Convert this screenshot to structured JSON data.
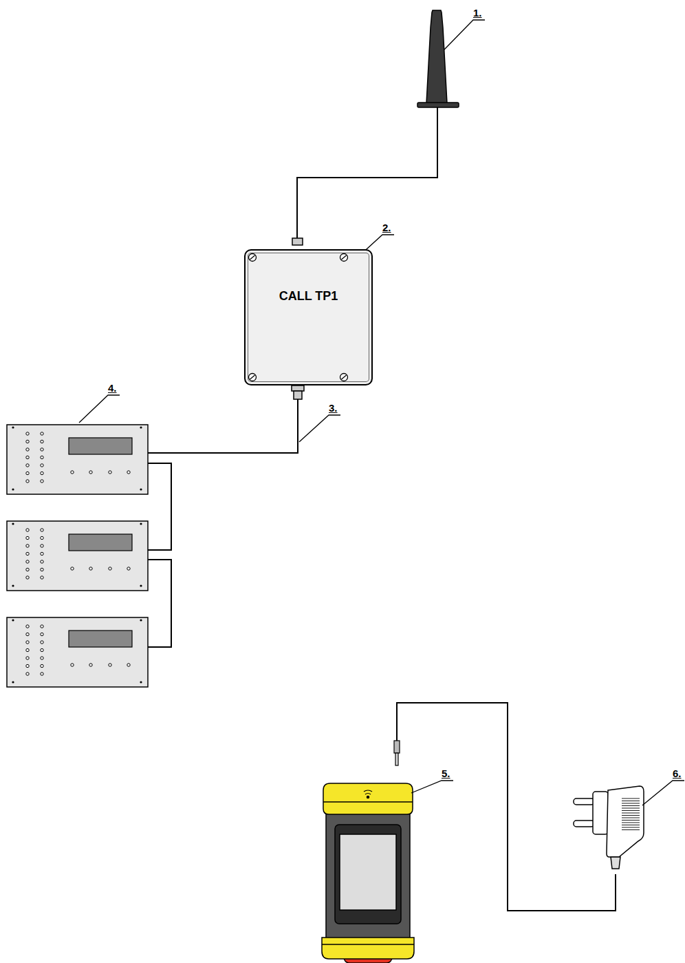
{
  "diagram": {
    "nodes": [
      {
        "text": [
          "CALL TP1"
        ]
      }
    ],
    "labels": [
      "1.",
      "2.",
      "3.",
      "4.",
      "5.",
      "6."
    ]
  }
}
